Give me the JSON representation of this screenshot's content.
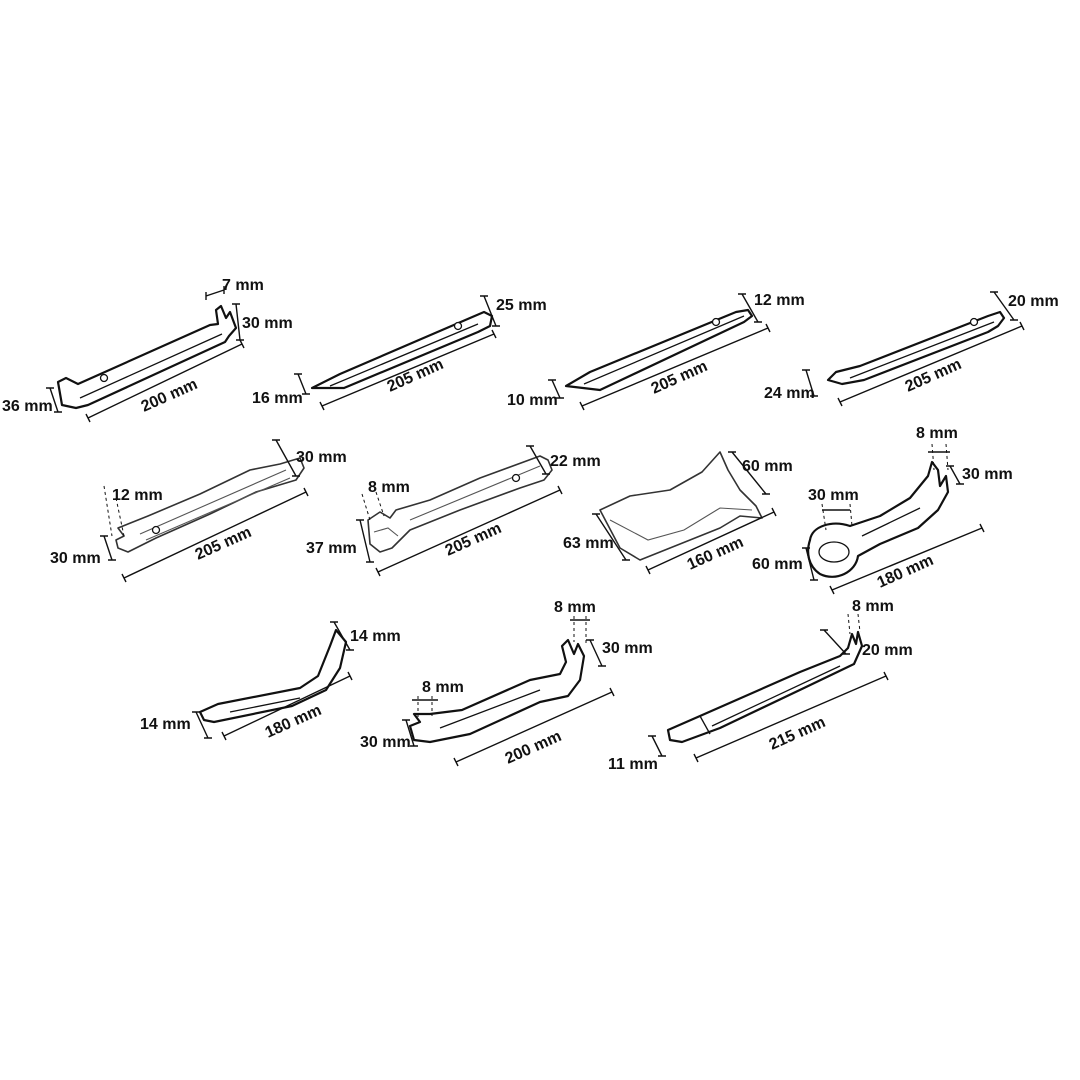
{
  "tools": [
    {
      "id": "tool-1",
      "dims": [
        "7 mm",
        "30 mm",
        "36 mm",
        "200 mm"
      ]
    },
    {
      "id": "tool-2",
      "dims": [
        "25 mm",
        "16 mm",
        "205 mm"
      ]
    },
    {
      "id": "tool-3",
      "dims": [
        "12 mm",
        "10 mm",
        "205 mm"
      ]
    },
    {
      "id": "tool-4",
      "dims": [
        "20 mm",
        "24 mm",
        "205 mm"
      ]
    },
    {
      "id": "tool-5",
      "dims": [
        "30 mm",
        "12 mm",
        "30 mm",
        "205 mm"
      ]
    },
    {
      "id": "tool-6",
      "dims": [
        "22 mm",
        "8 mm",
        "37 mm",
        "205 mm"
      ]
    },
    {
      "id": "tool-7",
      "dims": [
        "60 mm",
        "63 mm",
        "160 mm"
      ]
    },
    {
      "id": "tool-8",
      "dims": [
        "8 mm",
        "30 mm",
        "30 mm",
        "60 mm",
        "180 mm"
      ]
    },
    {
      "id": "tool-9",
      "dims": [
        "14 mm",
        "14 mm",
        "180 mm"
      ]
    },
    {
      "id": "tool-10",
      "dims": [
        "8 mm",
        "30 mm",
        "8 mm",
        "30 mm",
        "200 mm"
      ]
    },
    {
      "id": "tool-11",
      "dims": [
        "8 mm",
        "20 mm",
        "11 mm",
        "215 mm"
      ]
    }
  ]
}
